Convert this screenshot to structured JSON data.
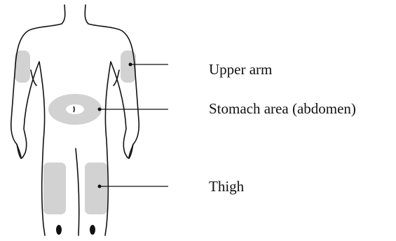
{
  "labels": {
    "upper_arm": "Upper arm",
    "stomach": "Stomach area (abdomen)",
    "thigh": "Thigh"
  },
  "colors": {
    "injection_site_fill": "#d2d2d2",
    "outline": "#111111"
  }
}
